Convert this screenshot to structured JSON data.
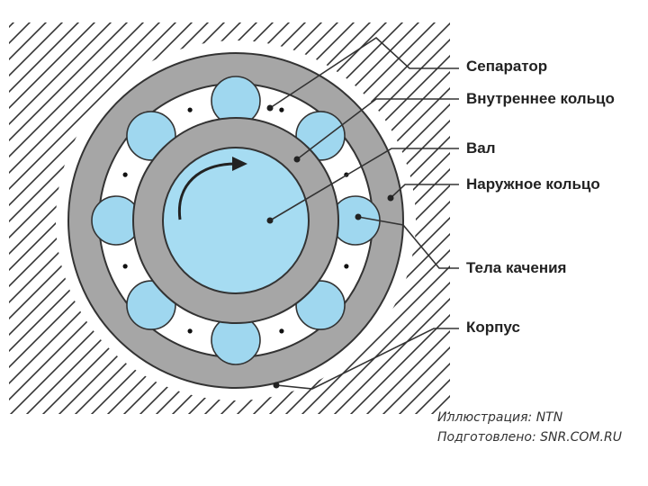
{
  "labels": {
    "separator": "Сепаратор",
    "inner_ring": "Внутреннее кольцо",
    "shaft": "Вал",
    "outer_ring": "Наружное кольцо",
    "rolling_elements": "Тела качения",
    "housing": "Корпус"
  },
  "credits": {
    "illustration": "Иллюстрация: NTN",
    "prepared": "Подготовлено: SNR.COM.RU"
  },
  "colors": {
    "ring_gray": "#a6a6a6",
    "shaft_blue": "#a6dcf2",
    "ball_blue": "#9fd7ef",
    "outline": "#333333",
    "hatch": "#333333"
  },
  "ball_count": 8
}
